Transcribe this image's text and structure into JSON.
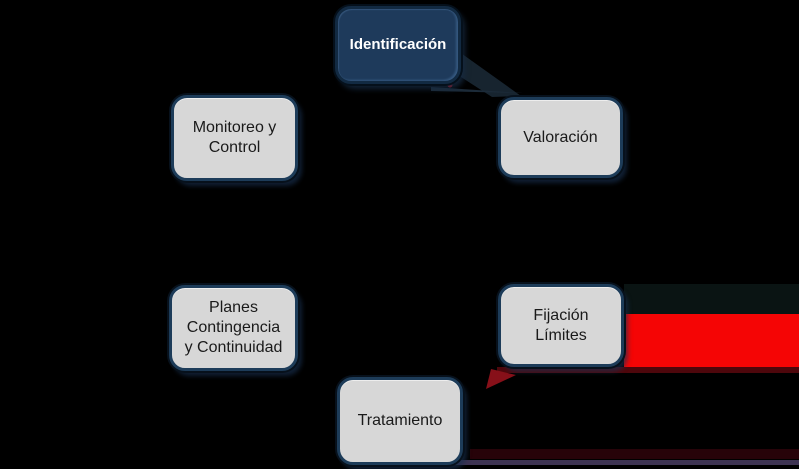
{
  "diagram": {
    "type": "cycle-flowchart",
    "nodes": [
      {
        "id": "identificacion",
        "label": "Identificación",
        "variant": "primary"
      },
      {
        "id": "valoracion",
        "label": "Valoración",
        "variant": "default"
      },
      {
        "id": "fijacion-limites",
        "label": "Fijación\nLímites",
        "variant": "default"
      },
      {
        "id": "tratamiento",
        "label": "Tratamiento",
        "variant": "default"
      },
      {
        "id": "planes-contingencia",
        "label": "Planes\nContingencia\ny Continuidad",
        "variant": "default"
      },
      {
        "id": "monitoreo-control",
        "label": "Monitoreo y\nControl",
        "variant": "default"
      }
    ],
    "arrows": [
      {
        "id": "identificacion-to-valoracion",
        "color": "#17242F"
      },
      {
        "id": "fijacion-limites-to-tratamiento",
        "color": "#F50505"
      }
    ],
    "colors": {
      "background": "#000000",
      "primary_node_fill": "#1E3A5B",
      "node_fill": "#D7D7D7",
      "node_border": "#1D3C59",
      "primary_node_text": "#FFFFFF",
      "node_text": "#1A1A1A",
      "arrow_navy": "#17242F",
      "arrow_navy_streak": "#1C2B39",
      "arrow_red": "#F50505",
      "arrow_red_shadow_band": "#0A1413",
      "arrow_red_underline": "#56080D",
      "arrow_red_head": "#871019",
      "artifact_red_dot": "#C0111C",
      "bottom_red_band": "#2E040B",
      "bottom_purple_line": "#4C4066"
    }
  }
}
